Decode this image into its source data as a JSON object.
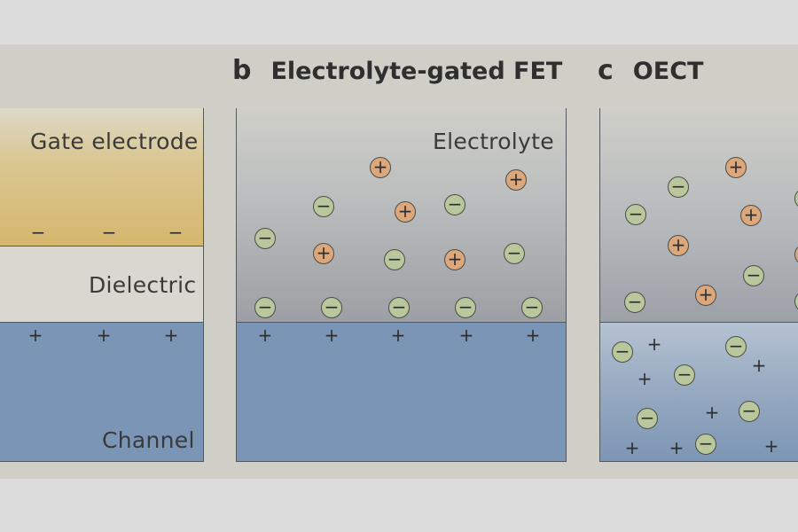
{
  "titles": {
    "b_letter": "b",
    "b_text": "Electrolyte-gated FET",
    "c_letter": "c",
    "c_text": "OECT"
  },
  "panel_a": {
    "gate_label": "Gate electrode",
    "dielectric_label": "Dielectric",
    "channel_label": "Channel"
  },
  "panel_b": {
    "electrolyte_label": "Electrolyte"
  },
  "symbols": {
    "plus": "+",
    "minus": "−"
  },
  "colors": {
    "anion_fill": "#b8c79c",
    "cation_fill": "#dca87b",
    "channel": "#7b95b6",
    "gate": "#d6b76e"
  }
}
